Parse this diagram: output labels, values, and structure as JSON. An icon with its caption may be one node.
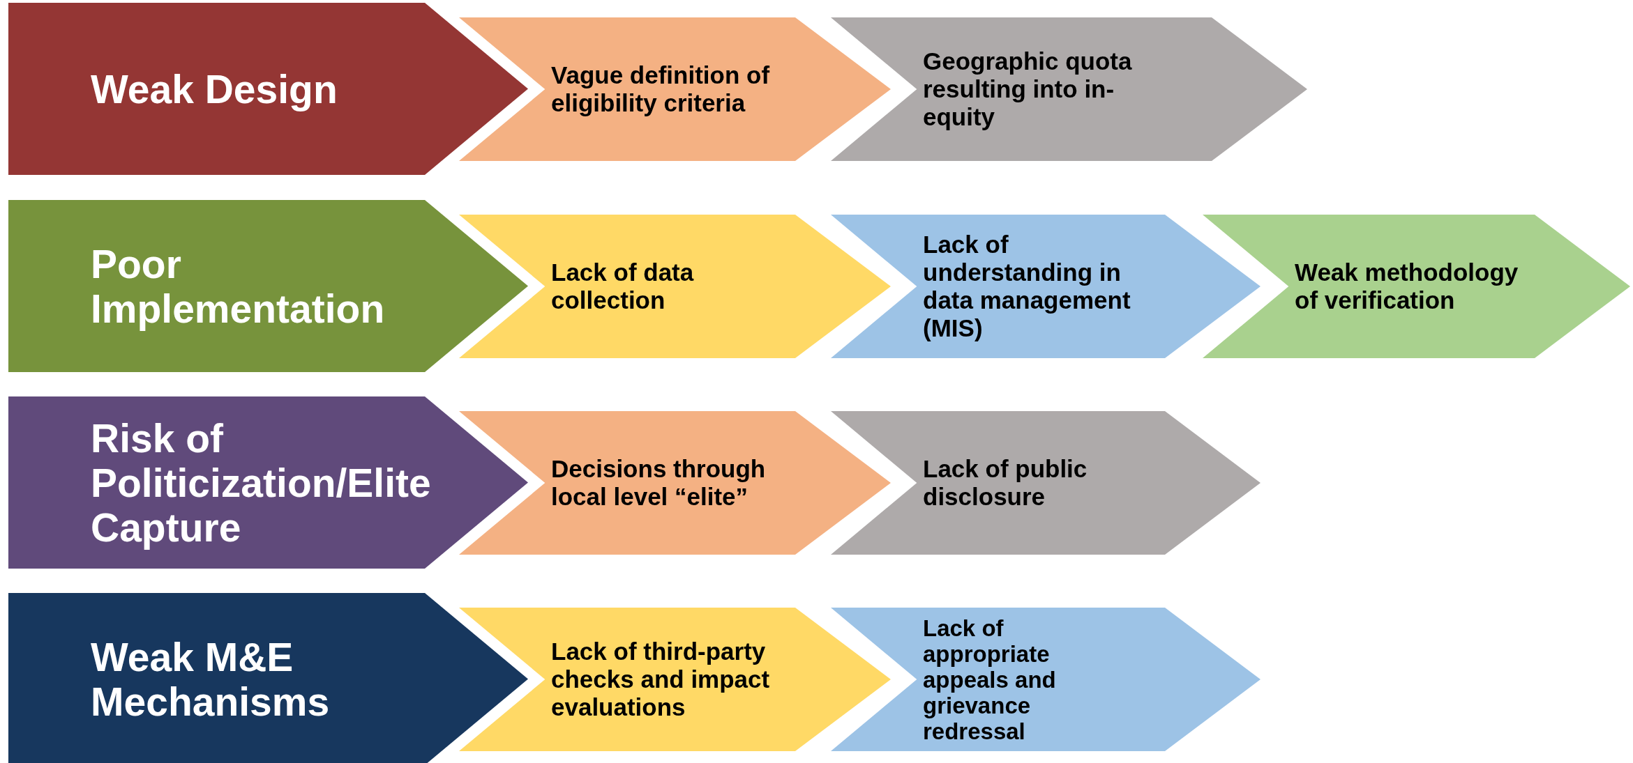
{
  "diagram": {
    "nodes": [
      {
        "text": [
          "Weak Design"
        ]
      },
      {
        "text": [
          "Vague definition of eligibility criteria"
        ]
      },
      {
        "text": [
          "Geographic quota resulting into in-equity"
        ]
      },
      {
        "text": [
          "Poor Implementation"
        ]
      },
      {
        "text": [
          "Lack of data collection"
        ]
      },
      {
        "text": [
          "Lack of understanding in data management (MIS)"
        ]
      },
      {
        "text": [
          "Weak methodology of verification"
        ]
      },
      {
        "text": [
          "Risk of Politicization/Elite Capture"
        ]
      },
      {
        "text": [
          "Decisions through local level “elite”"
        ]
      },
      {
        "text": [
          "Lack of public disclosure"
        ]
      },
      {
        "text": [
          "Weak M&E Mechanisms"
        ]
      },
      {
        "text": [
          "Lack of third-party checks and impact evaluations"
        ]
      },
      {
        "text": [
          "Lack of appropriate appeals and grievance redressal"
        ]
      }
    ]
  }
}
